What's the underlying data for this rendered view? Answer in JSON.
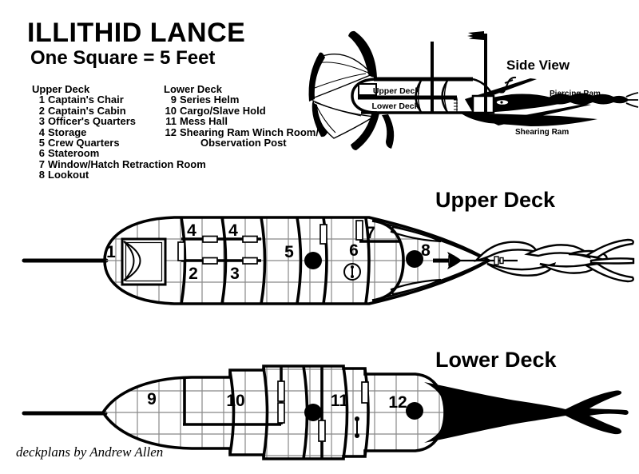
{
  "title": "ILLITHID LANCE",
  "subtitle": "One Square = 5 Feet",
  "legend": {
    "upper": {
      "heading": "Upper Deck",
      "items": [
        {
          "num": "1",
          "label": "Captain's Chair"
        },
        {
          "num": "2",
          "label": "Captain's Cabin"
        },
        {
          "num": "3",
          "label": "Officer's Quarters"
        },
        {
          "num": "4",
          "label": "Storage"
        },
        {
          "num": "5",
          "label": "Crew Quarters"
        },
        {
          "num": "6",
          "label": "Stateroom"
        },
        {
          "num": "7",
          "label": "Window/Hatch Retraction Room"
        },
        {
          "num": "8",
          "label": "Lookout"
        }
      ]
    },
    "lower": {
      "heading": "Lower Deck",
      "items": [
        {
          "num": "9",
          "label": "Series Helm"
        },
        {
          "num": "10",
          "label": "Cargo/Slave Hold"
        },
        {
          "num": "11",
          "label": "Mess Hall"
        },
        {
          "num": "12",
          "label": "Shearing Ram Winch Room/",
          "label2": "Observation Post"
        }
      ]
    }
  },
  "side_view": {
    "title": "Side View",
    "upper_deck_label": "Upper Deck",
    "lower_deck_label": "Lower Deck",
    "piercing_ram_label": "Piercing Ram",
    "shearing_ram_label": "Shearing Ram"
  },
  "plans": {
    "upper": {
      "heading": "Upper Deck",
      "rooms": [
        "1",
        "4",
        "2",
        "4",
        "3",
        "5",
        "6",
        "7",
        "8"
      ]
    },
    "lower": {
      "heading": "Lower Deck",
      "rooms": [
        "9",
        "10",
        "11",
        "12"
      ]
    }
  },
  "credit": "deckplans by Andrew Allen",
  "colors": {
    "ink": "#000000",
    "grid": "#888888",
    "background": "#ffffff"
  }
}
